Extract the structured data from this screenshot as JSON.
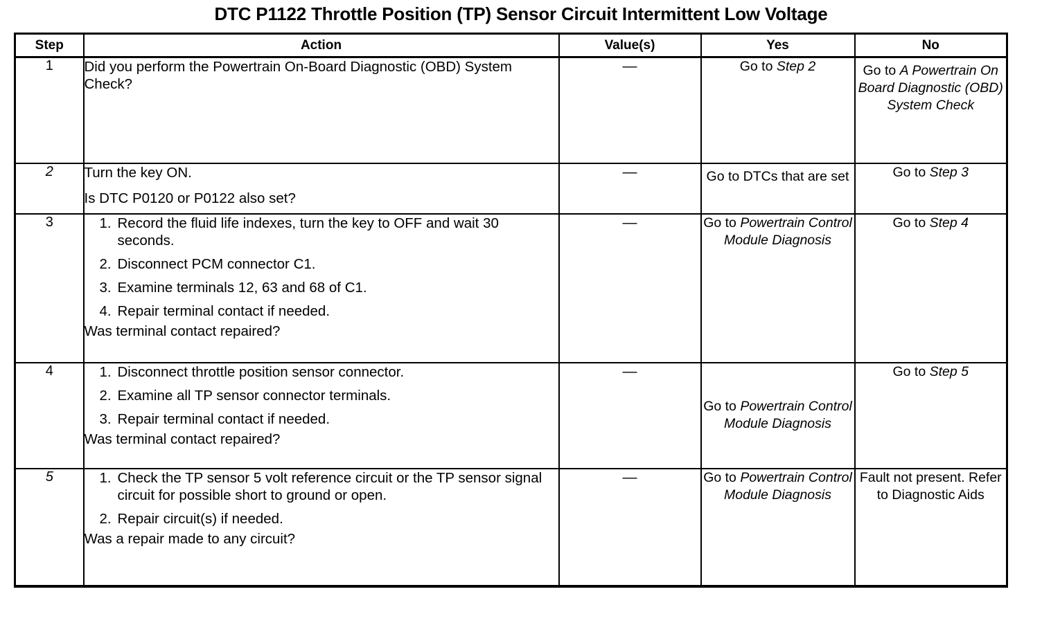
{
  "document": {
    "title": "DTC P1122 Throttle Position (TP) Sensor Circuit Intermittent Low Voltage"
  },
  "table": {
    "headers": {
      "step": "Step",
      "action": "Action",
      "value": "Value(s)",
      "yes": "Yes",
      "no": "No"
    },
    "rows": [
      {
        "step": "1",
        "action": {
          "intro": "Did you perform the Powertrain On-Board Diagnostic (OBD) System Check?",
          "items": [],
          "tail": ""
        },
        "value": "—",
        "yes_plain": "Go to ",
        "yes_italic": "Step 2",
        "no_plain": "Go to ",
        "no_italic": "A Powertrain On Board Diagnostic (OBD) System Check"
      },
      {
        "step": "2",
        "action": {
          "intro": "Turn the key ON.",
          "items": [],
          "tail": "Is DTC P0120 or P0122 also set?"
        },
        "value": "—",
        "yes_plain": "Go to DTCs that are set",
        "yes_italic": "",
        "no_plain": "Go to ",
        "no_italic": "Step 3"
      },
      {
        "step": "3",
        "action": {
          "intro": "",
          "items": [
            "Record the fluid life indexes, turn the key to OFF and wait 30 seconds.",
            "Disconnect PCM connector C1.",
            "Examine terminals 12, 63 and 68 of C1.",
            "Repair terminal contact if needed."
          ],
          "tail": "Was terminal contact repaired?"
        },
        "value": "—",
        "yes_plain": "Go to ",
        "yes_italic": "Powertrain Control Module Diagnosis",
        "no_plain": "Go to ",
        "no_italic": "Step 4"
      },
      {
        "step": "4",
        "action": {
          "intro": "",
          "items": [
            "Disconnect throttle position sensor connector.",
            "Examine all TP sensor connector terminals.",
            "Repair terminal contact if needed."
          ],
          "tail": "Was terminal contact repaired?"
        },
        "value": "—",
        "yes_plain": "Go to ",
        "yes_italic": "Powertrain Control Module Diagnosis",
        "no_plain": "Go to ",
        "no_italic": "Step 5"
      },
      {
        "step": "5",
        "action": {
          "intro": "",
          "items": [
            "Check the TP sensor 5 volt reference circuit or the TP sensor signal circuit for possible short to ground or open.",
            "Repair circuit(s) if needed."
          ],
          "tail": "Was a repair made to any circuit?"
        },
        "value": "—",
        "yes_plain": "Go to ",
        "yes_italic": "Powertrain Control Module Diagnosis",
        "no_plain": "Fault not present. Refer to Diagnostic Aids",
        "no_italic": ""
      }
    ],
    "item_numbers": [
      "1.",
      "2.",
      "3.",
      "4."
    ]
  }
}
